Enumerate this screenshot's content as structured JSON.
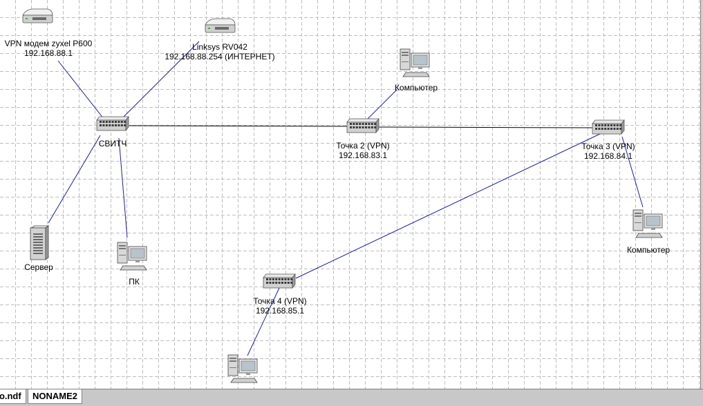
{
  "diagram": {
    "nodes": [
      {
        "id": "vpn-modem",
        "kind": "modem",
        "lines": [
          "VPN модем zyxel P600",
          "192.168.88.1"
        ]
      },
      {
        "id": "linksys",
        "kind": "modem",
        "lines": [
          "Linksys RV042",
          "192.168.88.254 (ИНТЕРНЕТ)"
        ]
      },
      {
        "id": "switch-main",
        "kind": "switch",
        "lines": [
          "СВИТЧ"
        ]
      },
      {
        "id": "point2",
        "kind": "switch",
        "lines": [
          "Точка 2 (VPN)",
          "192.168.83.1"
        ]
      },
      {
        "id": "point3",
        "kind": "switch",
        "lines": [
          "Точка 3 (VPN)",
          "192.168.84.1"
        ]
      },
      {
        "id": "point4",
        "kind": "switch",
        "lines": [
          "Точка 4 (VPN)",
          "192.168.85.1"
        ]
      },
      {
        "id": "server",
        "kind": "server",
        "lines": [
          "Сервер"
        ]
      },
      {
        "id": "pc-main",
        "kind": "pc",
        "lines": [
          "ПК"
        ]
      },
      {
        "id": "pc-point2",
        "kind": "pc",
        "lines": [
          "Компьютер"
        ]
      },
      {
        "id": "pc-point3",
        "kind": "pc",
        "lines": [
          "Компьютер"
        ]
      },
      {
        "id": "pc-point4",
        "kind": "pc",
        "lines": []
      }
    ],
    "links": [
      {
        "from": "vpn-modem",
        "to": "switch-main"
      },
      {
        "from": "linksys",
        "to": "switch-main"
      },
      {
        "from": "switch-main",
        "to": "server"
      },
      {
        "from": "switch-main",
        "to": "pc-main"
      },
      {
        "from": "switch-main",
        "to": "point2",
        "color": "#000000"
      },
      {
        "from": "point2",
        "to": "point3",
        "color": "#000000"
      },
      {
        "from": "point2",
        "to": "pc-point2"
      },
      {
        "from": "point3",
        "to": "pc-point3"
      },
      {
        "from": "point3",
        "to": "point4"
      },
      {
        "from": "point4",
        "to": "pc-point4"
      }
    ],
    "link_color": "#1a1aa6"
  },
  "tabs": [
    {
      "label": "no.ndf",
      "active": false
    },
    {
      "label": "NONAME2",
      "active": true
    }
  ]
}
